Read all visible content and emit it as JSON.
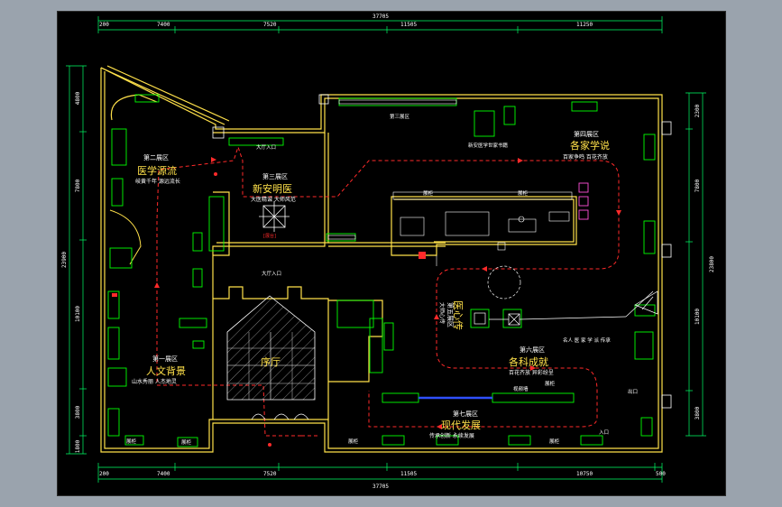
{
  "dimensions": {
    "top_total": "37705",
    "top_segments": [
      "200",
      "7400",
      "7520",
      "11505",
      "11250"
    ],
    "bottom_total": "37705",
    "bottom_segments": [
      "200",
      "7400",
      "7520",
      "11505",
      "10750",
      "500"
    ],
    "left_total": "23900",
    "left_segments": [
      "4800",
      "7800",
      "10100",
      "3800",
      "1800"
    ],
    "right_total": "23800",
    "right_segments": [
      "2300",
      "7800",
      "10100",
      "3800"
    ]
  },
  "zones": [
    {
      "id": "z2",
      "tag": "第二展区",
      "title": "医学源流",
      "subtitle": "岐黄千年 源远流长"
    },
    {
      "id": "z3",
      "tag": "第三展区",
      "title": "新安明医",
      "subtitle": "大医精诚 大师风范"
    },
    {
      "id": "z4",
      "tag": "第四展区",
      "title": "各家学说",
      "subtitle": "百家争鸣 百花齐放"
    },
    {
      "id": "z5",
      "tag": "第五展区",
      "title": "医心传",
      "subtitle": "大师心传"
    },
    {
      "id": "z6",
      "tag": "第六展区",
      "title": "各科成就",
      "subtitle": "百花齐放 异彩纷呈"
    },
    {
      "id": "z7",
      "tag": "第七展区",
      "title": "现代发展",
      "subtitle": "传承创新 永续发展"
    },
    {
      "id": "z1",
      "tag": "第一展区",
      "title": "人文背景",
      "subtitle": "山水秀丽 人杰地灵"
    }
  ],
  "hall": "序厅",
  "labels": {
    "book_wall": "新安医学世家书籍",
    "top_cabinet": "第三展区",
    "center_red": "[展台]",
    "cabinets_a": "展柜",
    "cabinets_b": "展柜",
    "gate": "大厅入口",
    "gate2": "大厅入口",
    "video": "视频墙",
    "entrance": "入口",
    "exit": "出口",
    "bottom_left": "展柜",
    "bottom_left2": "展柜",
    "bottom_mid": "展柜",
    "bottom_right": "展柜",
    "right_strip": "名人 医 家 学 派 传承",
    "lower_right": "展柜"
  },
  "colors": {
    "wall": "#ffe14a",
    "route": "#ff2a2a",
    "dim": "#00ff66",
    "cabinet": "#00ff00",
    "accent_blue": "#2f50ff",
    "magenta": "#ff4fd8"
  }
}
